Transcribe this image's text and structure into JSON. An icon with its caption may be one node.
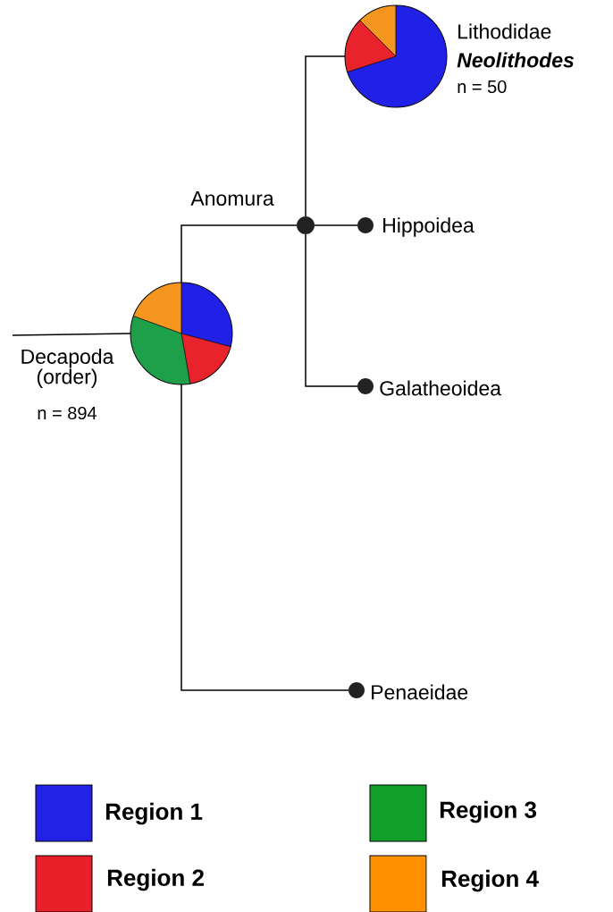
{
  "diagram": {
    "nodes": [
      {
        "text": [],
        "shape": "pie",
        "beside": [
          "Decapoda (order)",
          "n = 894"
        ]
      },
      {
        "text": [],
        "shape": "circle",
        "beside": [
          "Anomura"
        ]
      },
      {
        "text": [],
        "shape": "pie",
        "beside": [
          "Lithodidae",
          "Neolithodes",
          "n = 50"
        ]
      },
      {
        "text": [],
        "shape": "circle",
        "beside": [
          "Hippoidea"
        ]
      },
      {
        "text": [],
        "shape": "circle",
        "beside": [
          "Galatheoidea"
        ]
      },
      {
        "text": [],
        "shape": "circle",
        "beside": [
          "Penaeidae"
        ]
      }
    ],
    "edges": [
      {
        "from": null,
        "to": 0,
        "arrow": "none"
      },
      {
        "from": 0,
        "to": 1,
        "arrow": "none"
      },
      {
        "from": 1,
        "to": 2,
        "arrow": "none"
      },
      {
        "from": 1,
        "to": 3,
        "arrow": "none"
      },
      {
        "from": 1,
        "to": 4,
        "arrow": "none"
      },
      {
        "from": 0,
        "to": 5,
        "arrow": "none"
      }
    ],
    "legend": [
      {
        "text": "Region 1",
        "color": "#2222e6"
      },
      {
        "text": "Region 2",
        "color": "#e8202a"
      },
      {
        "text": "Region 3",
        "color": "#10a02a"
      },
      {
        "text": "Region 4",
        "color": "#ff9100"
      }
    ]
  }
}
